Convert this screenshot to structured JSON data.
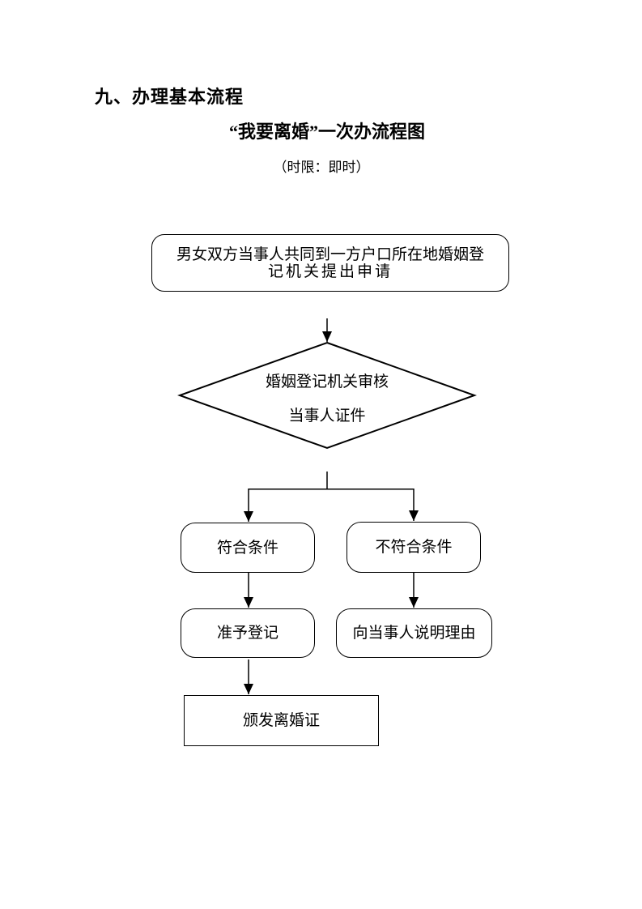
{
  "colors": {
    "ink": "#000000",
    "background": "#ffffff"
  },
  "header": {
    "section_heading": "九、办理基本流程",
    "chart_title": "“我要离婚”一次办流程图",
    "time_limit": "（时限：即时）"
  },
  "flowchart": {
    "apply_node": {
      "line1": "男女双方当事人共同到一方户口所在地婚姻登",
      "line2": "记机关提出申请"
    },
    "review_decision": {
      "line1": "婚姻登记机关审核",
      "line2": "当事人证件"
    },
    "qualified_node": {
      "label": "符合条件"
    },
    "not_qualified_node": {
      "label": "不符合条件"
    },
    "approve_node": {
      "label": "准予登记"
    },
    "explain_node": {
      "label": "向当事人说明理由"
    },
    "issue_node": {
      "label": "颁发离婚证"
    }
  }
}
